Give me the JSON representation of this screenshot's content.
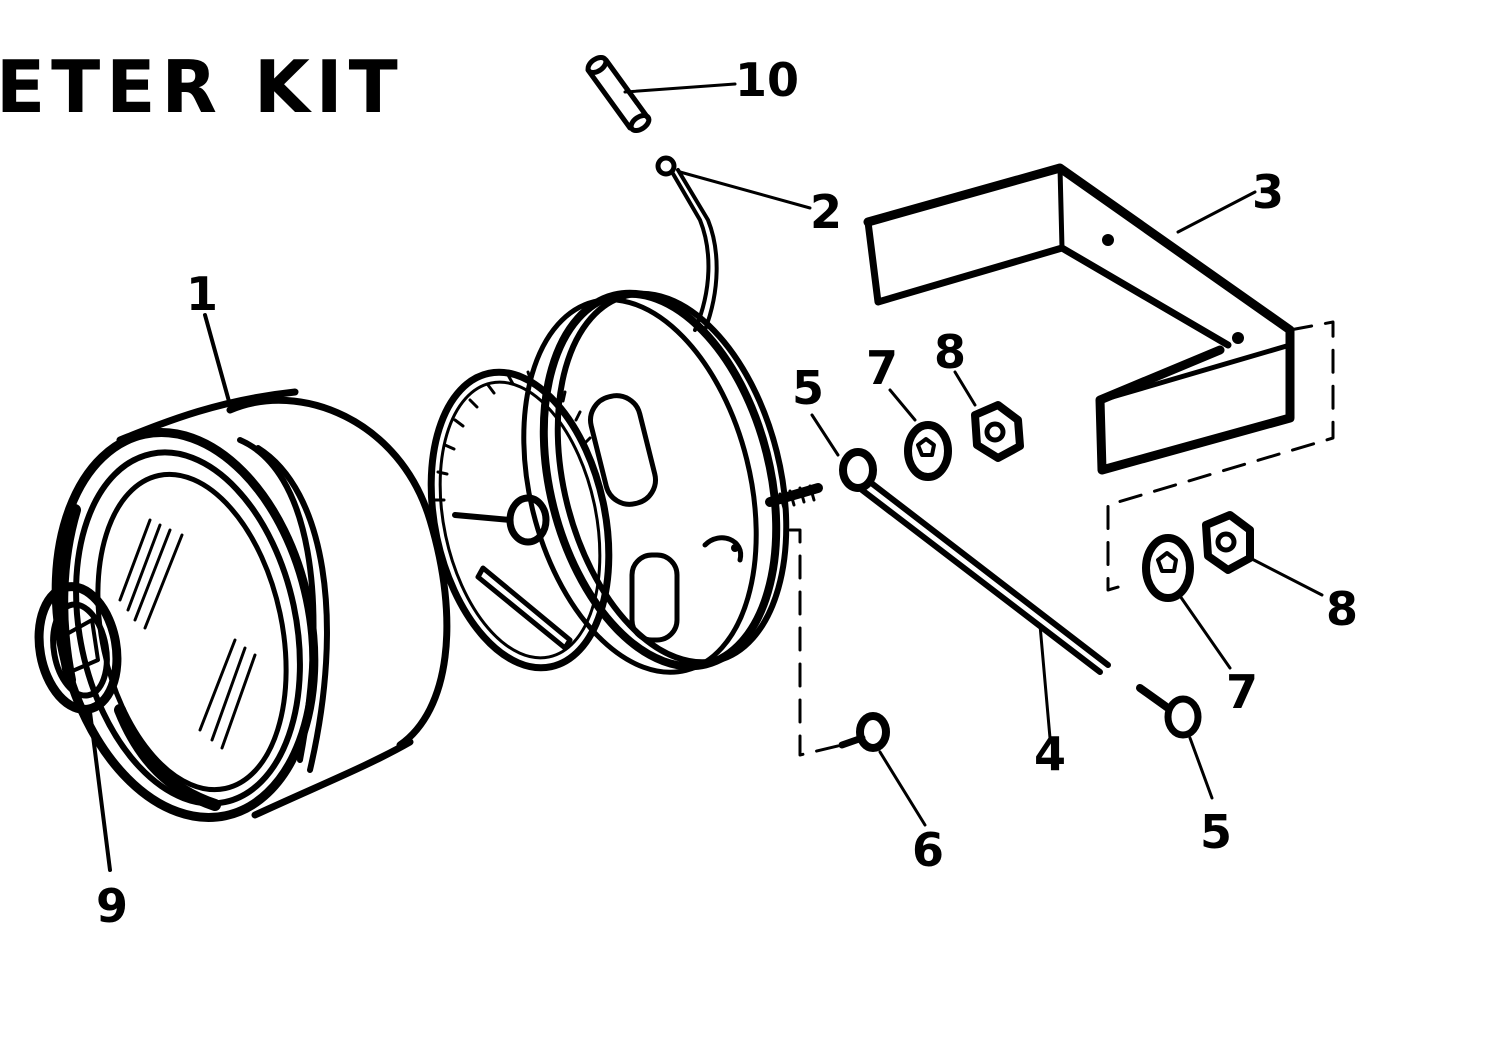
{
  "title": "ETER KIT",
  "callouts": [
    "1",
    "2",
    "3",
    "4",
    "5",
    "5",
    "6",
    "7",
    "7",
    "8",
    "8",
    "9",
    "10"
  ]
}
